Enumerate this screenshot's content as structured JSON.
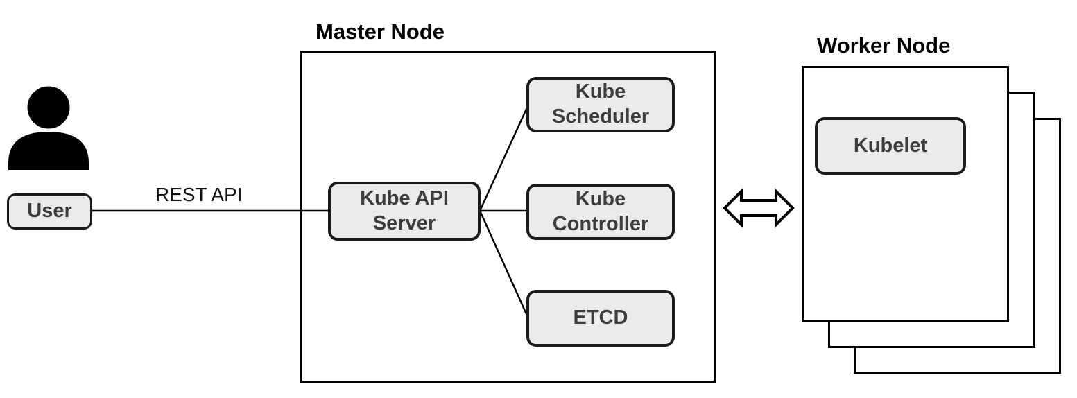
{
  "colors": {
    "box_fill": "#ebebeb",
    "box_border": "#1b1b1b",
    "box_text": "#3d3d3d",
    "outline": "#000000",
    "canvas_bg": "#ffffff"
  },
  "user": {
    "icon": "person-icon",
    "label": "User"
  },
  "connection": {
    "label": "REST API"
  },
  "master_node": {
    "title": "Master Node",
    "api_server": {
      "line1": "Kube API",
      "line2": "Server"
    },
    "components": [
      {
        "id": "kube-scheduler",
        "line1": "Kube",
        "line2": "Scheduler"
      },
      {
        "id": "kube-controller",
        "line1": "Kube",
        "line2": "Controller"
      },
      {
        "id": "etcd",
        "line1": "ETCD",
        "line2": ""
      }
    ]
  },
  "link": {
    "icon": "double-arrow-icon"
  },
  "worker_node": {
    "title": "Worker Node",
    "kubelet": "Kubelet",
    "stack_count": 3
  }
}
